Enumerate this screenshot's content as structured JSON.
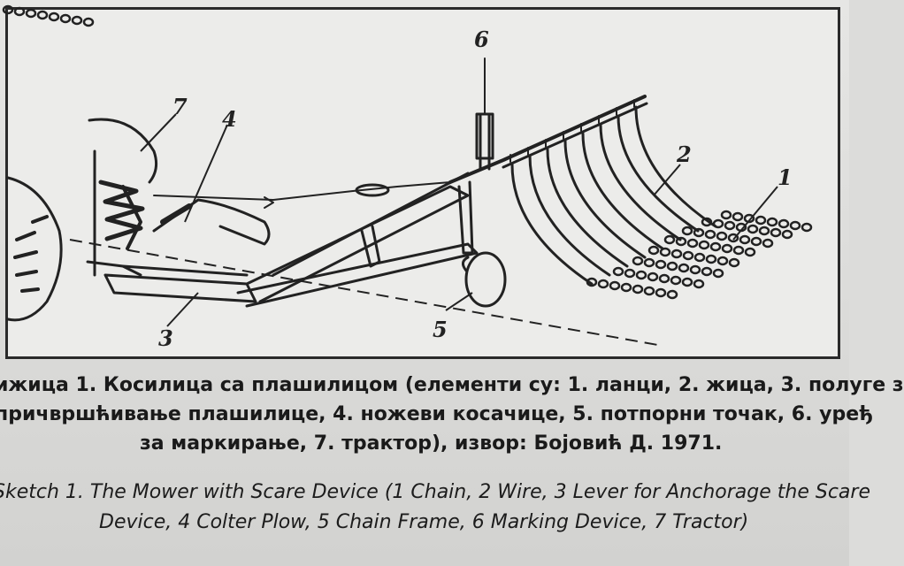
{
  "figure": {
    "labels": [
      "1",
      "2",
      "3",
      "4",
      "5",
      "6",
      "7"
    ]
  },
  "caption_sr": {
    "line1": "ижица 1. Косилица са плашилицом (елементи су: 1. ланци, 2. жица, 3. полуге з",
    "line2": "причвршћивање плашилице, 4. ножеви косачице, 5. потпорни точак, 6. уређ",
    "line3": "за маркирање, 7. трактор), извор: Бојовић Д. 1971."
  },
  "caption_en": {
    "line1": "Sketch 1. The Mower with Scare Device (1 Chain, 2 Wire, 3 Lever for Anchorage the Scare",
    "line2": "Device, 4 Colter Plow, 5 Chain Frame, 6 Marking Device, 7 Tractor)"
  }
}
